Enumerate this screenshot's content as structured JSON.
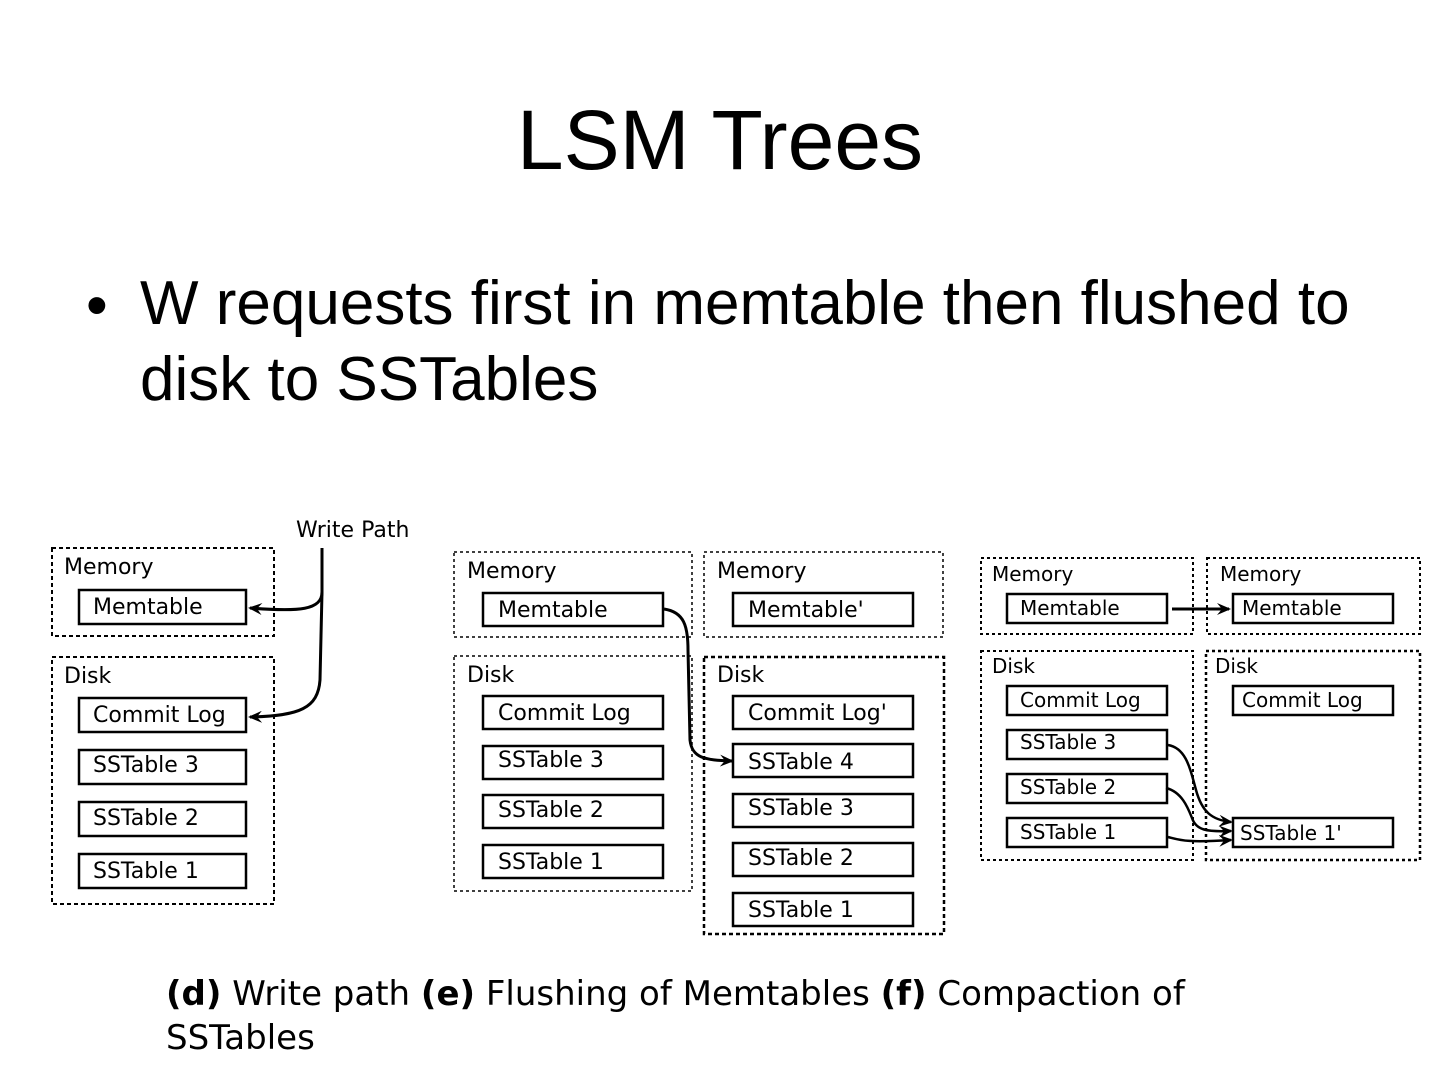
{
  "slide": {
    "title": "LSM Trees",
    "bullet_symbol": "•",
    "bullet_text": "W requests first in memtable then flushed to disk to SSTables"
  },
  "diagram": {
    "write_path": {
      "label": "Write Path",
      "memory": {
        "label": "Memory",
        "items": [
          "Memtable"
        ]
      },
      "disk": {
        "label": "Disk",
        "items": [
          "Commit Log",
          "SSTable 3",
          "SSTable 2",
          "SSTable 1"
        ]
      }
    },
    "flush_before": {
      "memory": {
        "label": "Memory",
        "items": [
          "Memtable"
        ]
      },
      "disk": {
        "label": "Disk",
        "items": [
          "Commit Log",
          "SSTable 3",
          "SSTable 2",
          "SSTable 1"
        ]
      }
    },
    "flush_after": {
      "memory": {
        "label": "Memory",
        "items": [
          "Memtable'"
        ]
      },
      "disk": {
        "label": "Disk",
        "items": [
          "Commit Log'",
          "SSTable 4",
          "SSTable 3",
          "SSTable 2",
          "SSTable 1"
        ]
      }
    },
    "compact_before": {
      "memory": {
        "label": "Memory",
        "items": [
          "Memtable"
        ]
      },
      "disk": {
        "label": "Disk",
        "items": [
          "Commit Log",
          "SSTable 3",
          "SSTable 2",
          "SSTable 1"
        ]
      }
    },
    "compact_after": {
      "memory": {
        "label": "Memory",
        "items": [
          "Memtable"
        ]
      },
      "disk": {
        "label": "Disk",
        "items": [
          "Commit Log",
          "SSTable 1'"
        ]
      }
    }
  },
  "caption": {
    "d_tag": "(d)",
    "d_text": " Write path ",
    "e_tag": "(e)",
    "e_text": " Flushing of Memtables ",
    "f_tag": "(f)",
    "f_text": " Compaction of SSTables"
  }
}
